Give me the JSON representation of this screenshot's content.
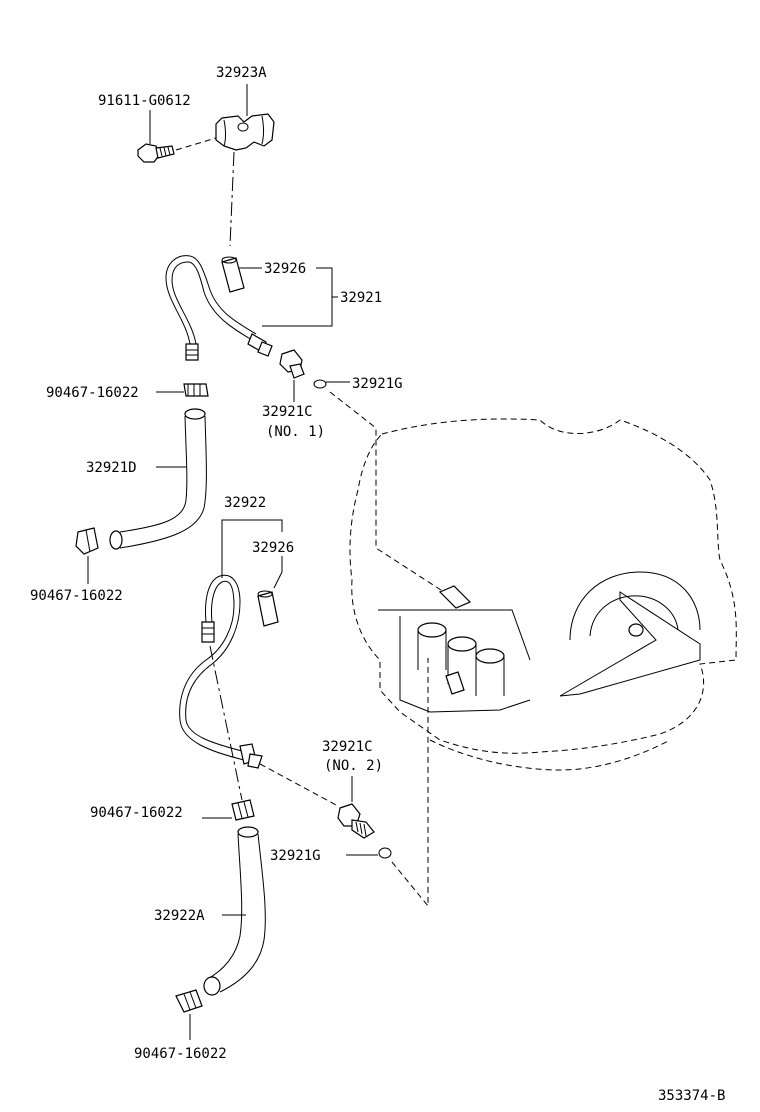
{
  "labels": {
    "clamp_top": "32923A",
    "bolt": "91611-G0612",
    "sleeve_1": "32926",
    "tube_1": "32921",
    "gasket_1": "32921G",
    "union_1": "32921C",
    "union_1_no": "(NO. 1)",
    "clip_1": "90467-16022",
    "hose_1": "32921D",
    "clip_2": "90467-16022",
    "tube_2": "32922",
    "sleeve_2": "32926",
    "union_2": "32921C",
    "union_2_no": "(NO. 2)",
    "clip_3": "90467-16022",
    "gasket_2": "32921G",
    "hose_2": "32922A",
    "clip_4": "90467-16022",
    "figure_id": "353374-B"
  }
}
